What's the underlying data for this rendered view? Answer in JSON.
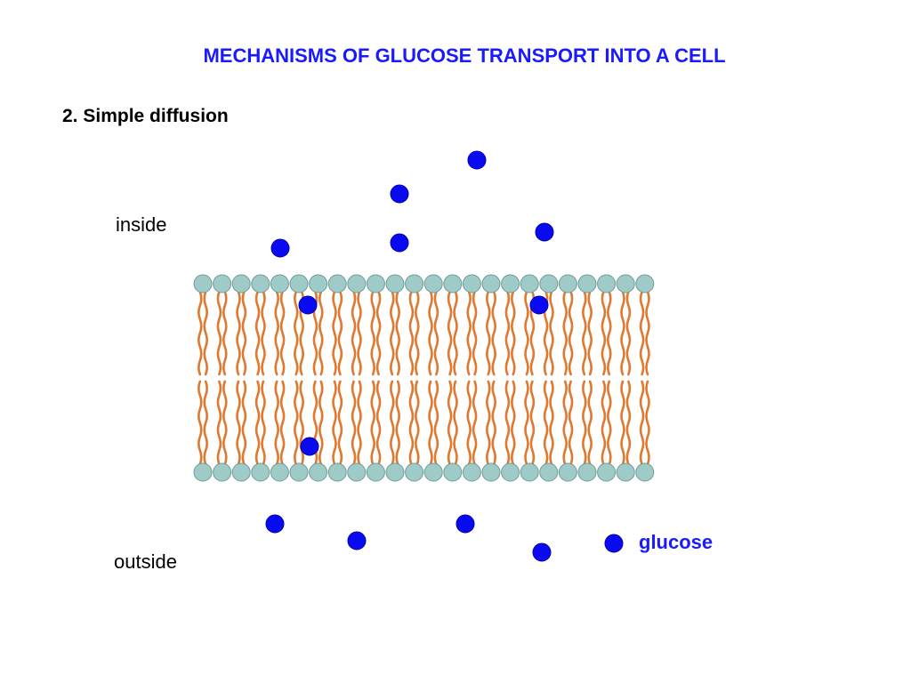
{
  "title": "MECHANISMS OF GLUCOSE TRANSPORT INTO A CELL",
  "subtitle": "2. Simple diffusion",
  "regions": {
    "inside": "inside",
    "outside": "outside"
  },
  "legend": {
    "glucose_label": "glucose",
    "glucose_icon": "glucose-molecule-icon"
  },
  "membrane": {
    "type": "phospholipid bilayer",
    "phospholipids_per_leaflet": 24
  },
  "colors": {
    "title": "#1a1aff",
    "glucose": "#0a0af0",
    "glucose_stroke": "#0000b0",
    "head_fill": "#9ecbc8",
    "head_stroke": "#6f9a97",
    "tail": "#e07830"
  }
}
